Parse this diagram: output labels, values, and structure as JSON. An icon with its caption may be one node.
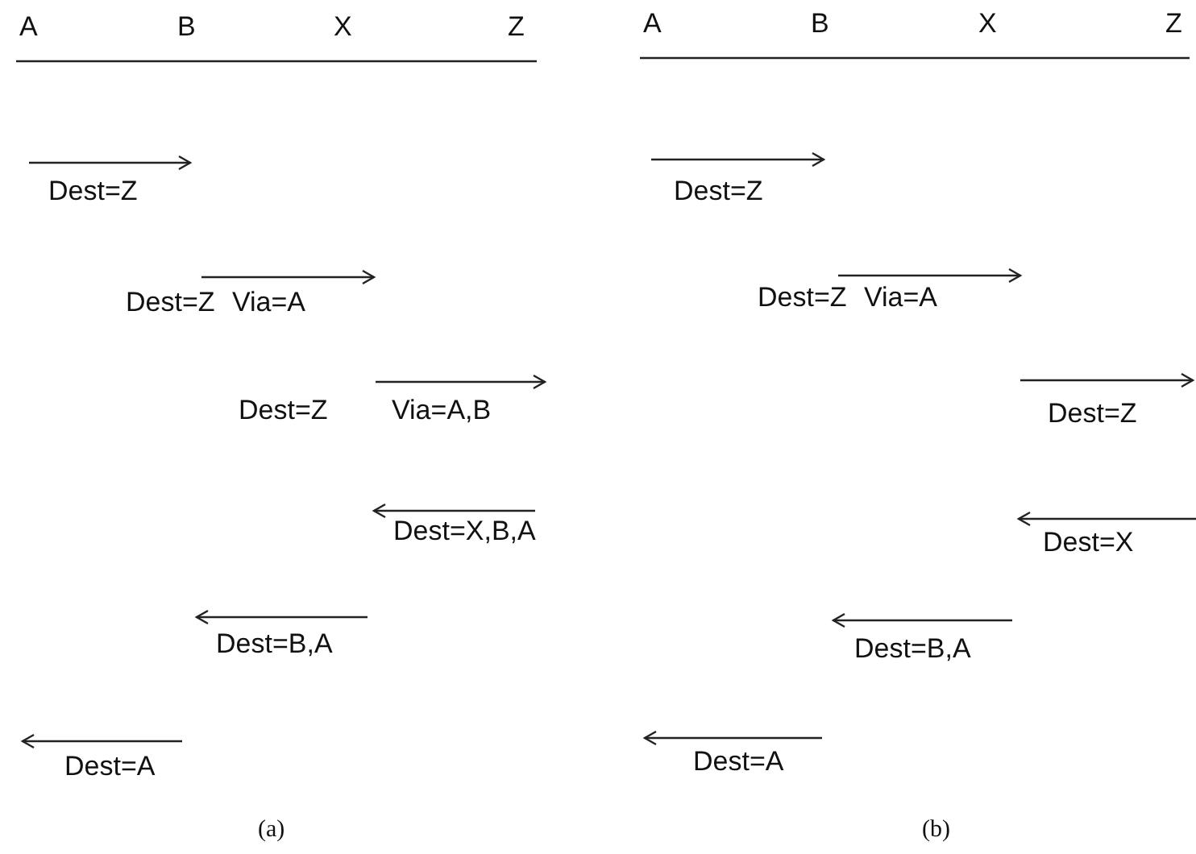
{
  "diagram": {
    "labels": [
      "A",
      "B",
      "X",
      "Z",
      "A",
      "B",
      "X",
      "Z",
      "Dest=Z",
      "Dest=Z",
      "Dest=Z Via=A",
      "Dest=Z Via=A",
      "Dest=Z",
      "Via=A,B",
      "Dest=Z",
      "Dest=X,B,A",
      "Dest=X",
      "Dest=B,A",
      "Dest=B,A",
      "Dest=A",
      "Dest=A",
      "(a)",
      "(b)"
    ]
  }
}
